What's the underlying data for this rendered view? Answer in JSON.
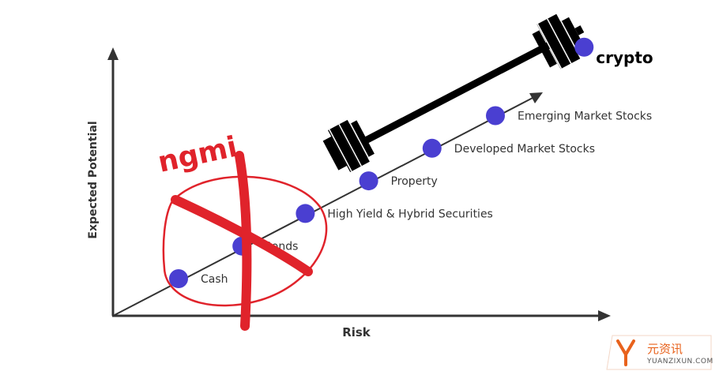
{
  "chart_data": {
    "type": "scatter",
    "xlabel": "Risk",
    "ylabel": "Expected Potential",
    "points": [
      {
        "label": "Cash",
        "x": 1,
        "y": 1
      },
      {
        "label": "Bonds",
        "x": 2,
        "y": 2
      },
      {
        "label": "High Yield & Hybrid Securities",
        "x": 3,
        "y": 3
      },
      {
        "label": "Property",
        "x": 4,
        "y": 4
      },
      {
        "label": "Developed Market Stocks",
        "x": 5,
        "y": 5
      },
      {
        "label": "Emerging Market Stocks",
        "x": 6,
        "y": 6
      },
      {
        "label": "crypto",
        "x": 7.4,
        "y": 8.1
      }
    ],
    "point_color": "#4a3fd1",
    "annotation": "ngmi",
    "annotation_color": "#e0232b"
  },
  "watermark": {
    "cn": "元资讯",
    "en": "YUANZIXUN.COM"
  }
}
